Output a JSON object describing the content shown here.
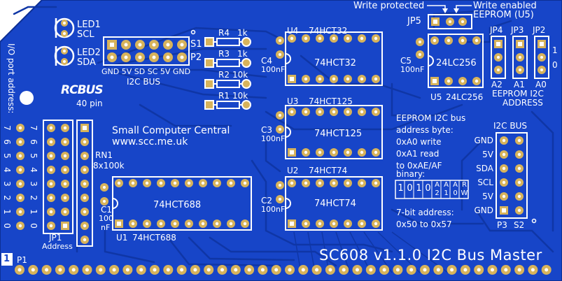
{
  "board": {
    "title": "SC608 v1.1.0 I2C Bus Master",
    "brand": "RCBUS",
    "brand_sub": "40 pin",
    "maker": "Small Computer Central",
    "url": "www.scc.me.uk",
    "colors": {
      "pcb": "#1745c8",
      "trace": "#0f36a6",
      "silk": "#ffffff",
      "pad": "#d7b35b",
      "copper_edge": "#e2c27a"
    }
  },
  "top_labels": {
    "write_protected": "Write protected",
    "write_enabled": "Write enabled",
    "eeprom": "EEPROM (U5)"
  },
  "leds": [
    {
      "name": "LED1",
      "signal": "SCL"
    },
    {
      "name": "LED2",
      "signal": "SDA"
    }
  ],
  "header_p2": {
    "pins": "GND 5V SD SC 5V GND",
    "bus": "I2C BUS",
    "s1": "S1",
    "p2": "P2"
  },
  "resistors": [
    {
      "ref": "R4",
      "value": "1k"
    },
    {
      "ref": "R3",
      "value": "1k"
    },
    {
      "ref": "R2",
      "value": "10k"
    },
    {
      "ref": "R1",
      "value": "10k"
    }
  ],
  "chips": {
    "u4": {
      "ref": "U4",
      "part": "74HCT32",
      "body": "74HCT32"
    },
    "u3": {
      "ref": "U3",
      "part": "74HCT125",
      "body": "74HCT125"
    },
    "u2": {
      "ref": "U2",
      "part": "74HCT74",
      "body": "74HCT74"
    },
    "u1": {
      "ref": "U1",
      "part": "74HCT688",
      "body": "74HCT688"
    },
    "u5": {
      "ref": "U5",
      "part": "24LC256",
      "body": "24LC256"
    }
  },
  "caps": {
    "c4": {
      "ref": "C4",
      "value": "100nF"
    },
    "c3": {
      "ref": "C3",
      "value": "100nF"
    },
    "c2": {
      "ref": "C2",
      "value": "100nF"
    },
    "c5": {
      "ref": "C5",
      "value": "100nF"
    },
    "c1": {
      "ref": "C1",
      "value1": "100",
      "value2": "nF"
    }
  },
  "jumpers": {
    "jp5": "JP5",
    "jp4": "JP4",
    "jp3": "JP3",
    "jp2": "JP2",
    "a2": "A2",
    "a1": "A1",
    "a0": "A0",
    "eeprom_addr_1": "EEPROM I2C",
    "eeprom_addr_2": "ADDRESS",
    "one": "1",
    "zero": "0"
  },
  "left": {
    "port_label": "I/O port address:",
    "nums_left": [
      "7",
      "6",
      "5",
      "4",
      "3",
      "2",
      "1",
      "0"
    ],
    "nums_right": [
      "7",
      "6",
      "5",
      "4",
      "3",
      "2",
      "1",
      "0"
    ],
    "jp1": "JP1",
    "address": "Address",
    "rn1": "RN1",
    "rn1_value": "8x100k"
  },
  "info": {
    "lines": [
      "EEPROM I2C bus",
      "address byte:",
      "0xA0 write",
      "0xA1 read",
      "to 0xAE/AF",
      "binary:"
    ],
    "bits": [
      "1",
      "0",
      "1",
      "0",
      "A 2",
      "A 1",
      "A 0",
      "R W"
    ],
    "addr_lines": [
      "7-bit address:",
      "0x50 to 0x57"
    ]
  },
  "i2c_right": {
    "title": "I2C BUS",
    "pins": [
      "GND",
      "5V",
      "SDA",
      "SCL",
      "5V",
      "GND"
    ],
    "p3": "P3",
    "s2": "S2"
  },
  "p1": {
    "pin1": "1",
    "ref": "P1"
  }
}
